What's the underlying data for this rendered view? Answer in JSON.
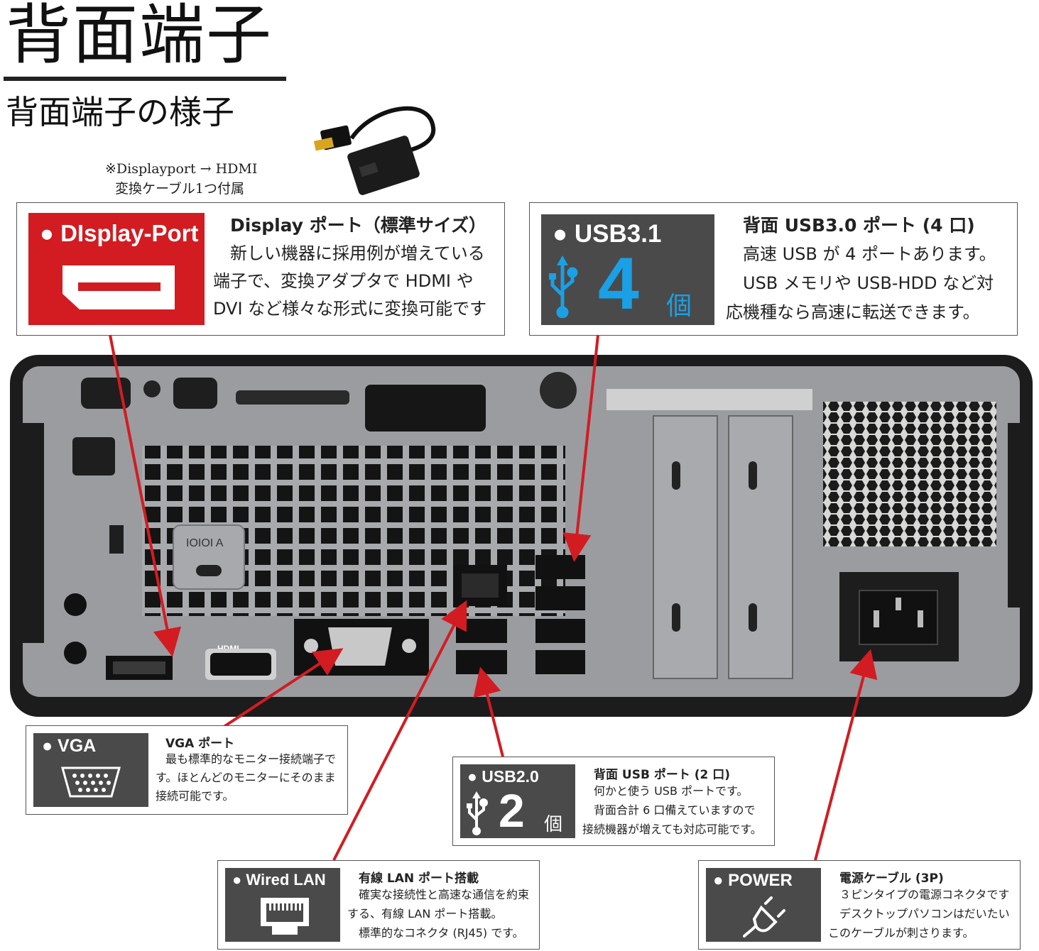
{
  "header": {
    "title": "背面端子",
    "subtitle": "背面端子の様子",
    "note_line1": "※Displayport → HDMI",
    "note_line2": "変換ケーブル1つ付属"
  },
  "displayport": {
    "badge": "● DIsplay-Port",
    "title": "Display ポート（標準サイズ）",
    "lines": [
      "新しい機器に採用例が増えている",
      "端子で、変換アダプタで HDMI や",
      "DVI など様々な形式に変換可能です"
    ]
  },
  "usb31": {
    "badge": "● USB3.1",
    "count": "4",
    "unit": "個",
    "title": "背面 USB3.0 ポート (4 口)",
    "lines": [
      "高速 USB が 4 ポートあります。",
      "USB メモリや USB-HDD など対",
      "応機種なら高速に転送できます。"
    ]
  },
  "vga": {
    "badge": "● VGA",
    "title": "VGA ポート",
    "lines": [
      "最も標準的なモニター接続端子で",
      "す。ほとんどのモニターにそのまま",
      "接続可能です。"
    ]
  },
  "usb20": {
    "badge": "● USB2.0",
    "count": "2",
    "unit": "個",
    "title": "背面 USB ポート (2 口)",
    "lines": [
      "何かと使う USB ポートです。",
      "背面合計 6 口備えていますので",
      "接続機器が増えても対応可能です。"
    ]
  },
  "lan": {
    "badge": "● Wired LAN",
    "title": "有線 LAN ポート搭載",
    "lines": [
      "確実な接続性と高速な通信を約束",
      "する、有線 LAN ポート搭載。",
      "標準的なコネクタ (RJ45) です。"
    ]
  },
  "power": {
    "badge": "● POWER",
    "title": "電源ケーブル (3P)",
    "lines": [
      "３ピンタイプの電源コネクタです",
      "デスクトップパソコンはだいたい",
      "このケーブルが刺さります。"
    ]
  },
  "pc_labels": {
    "serial": "IOIOI A",
    "hdmi": "HDMI"
  },
  "colors": {
    "accent_red": "#d21c22",
    "badge_gray": "#4a4a4a",
    "usb_blue": "#1aa0e6",
    "chassis": "#9a9ca0"
  },
  "icons": [
    "displayport-icon",
    "usb-icon",
    "vga-icon",
    "lan-icon",
    "power-plug-icon"
  ]
}
